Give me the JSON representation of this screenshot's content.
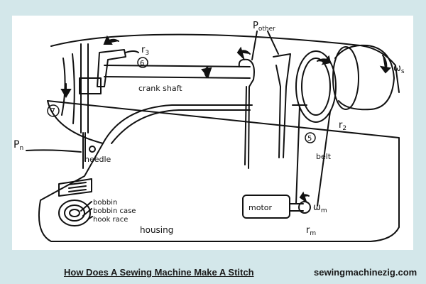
{
  "caption": {
    "title": "How Does A Sewing Machine Make A Stitch",
    "site": "sewingmachinezig.com"
  },
  "labels": {
    "p_other": "P",
    "p_other_sub": "other",
    "r3": "r",
    "r3_sub": "3",
    "six": "6",
    "seven": "7",
    "five": "5",
    "crank_shaft": "crank shaft",
    "omega_s": "ω",
    "omega_s_sub": "s",
    "r2": "r",
    "r2_sub": "2",
    "belt": "belt",
    "pn": "P",
    "pn_sub": "n",
    "needle": "needle",
    "bobbin": "bobbin",
    "bobbin_case": "bobbin case",
    "hook_race": "hook race",
    "housing": "housing",
    "motor": "motor",
    "omega_m": "ω",
    "omega_m_sub": "m",
    "rm": "r",
    "rm_sub": "m"
  },
  "colors": {
    "background": "#d3e7ea",
    "panel": "#ffffff",
    "ink": "#111111"
  }
}
